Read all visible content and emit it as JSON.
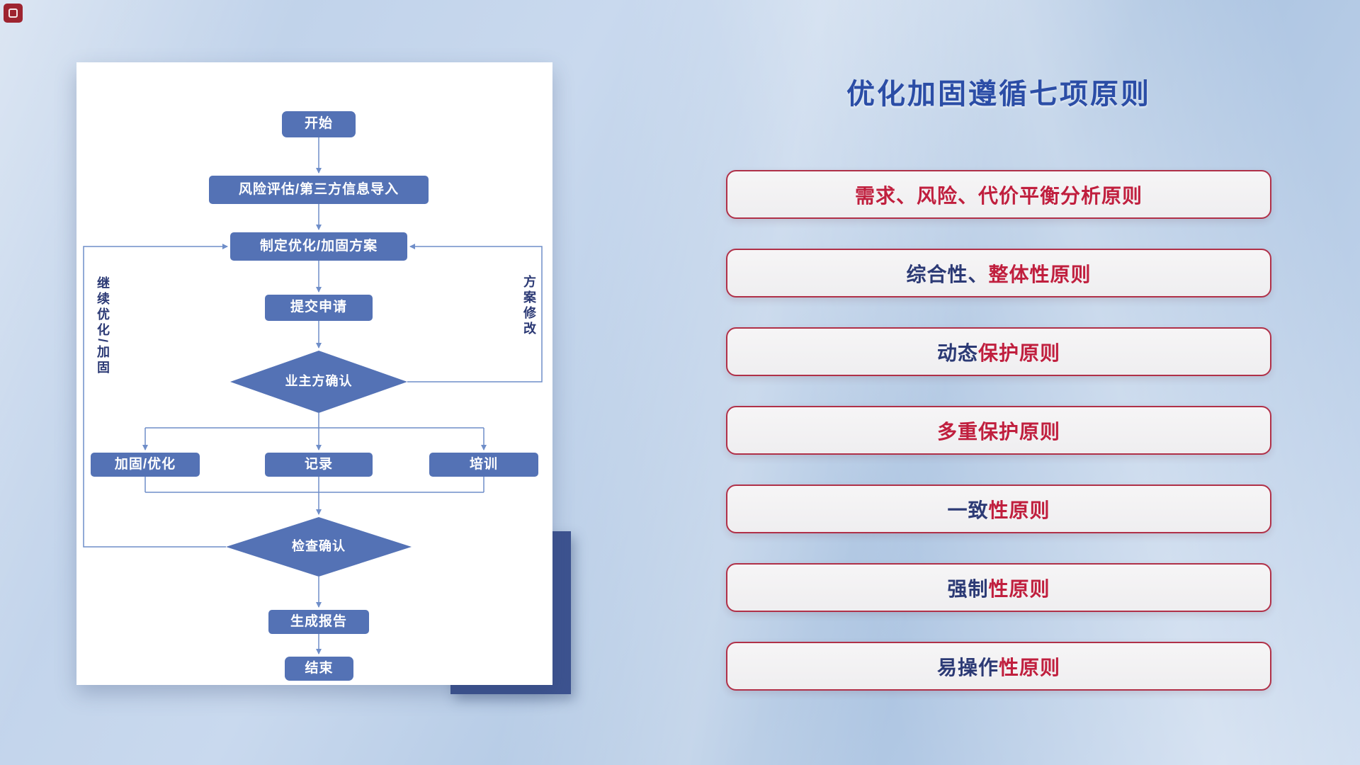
{
  "colors": {
    "page-bg-1": "#b9cde7",
    "page-bg-2": "#c9d9ee",
    "page-bg-3": "#a9c2e0",
    "title-blue": "#2b4da6",
    "navy": "#2c3a75",
    "red": "#c01f3e",
    "node-fill": "#5472b5",
    "line": "#6f8ec9",
    "card-bg": "#ffffff",
    "shadow-block": "#3d5390",
    "principle-bg": "#efeef0",
    "principle-border": "#b03048",
    "logo-red": "#9e2430"
  },
  "flowchart": {
    "nodes": {
      "start": "开始",
      "risk_import": "风险评估/第三方信息导入",
      "make_plan": "制定优化/加固方案",
      "submit": "提交申请",
      "owner_confirm": "业主方确认",
      "harden_optimize": "加固/优化",
      "record": "记录",
      "training": "培训",
      "check_confirm": "检查确认",
      "generate_report": "生成报告",
      "end": "结束"
    },
    "loop_labels": {
      "left": "继续优化/加固",
      "right": "方案修改"
    }
  },
  "principles": {
    "title": "优化加固遵循七项原则",
    "items": [
      {
        "segments": [
          {
            "text": "需求、风险、代价平衡分析原则",
            "color": "red"
          }
        ]
      },
      {
        "segments": [
          {
            "text": "综合性、",
            "color": "navy"
          },
          {
            "text": "整体性原则",
            "color": "red"
          }
        ]
      },
      {
        "segments": [
          {
            "text": "动态",
            "color": "navy"
          },
          {
            "text": "保护原则",
            "color": "red"
          }
        ]
      },
      {
        "segments": [
          {
            "text": "多重保护原则",
            "color": "red"
          }
        ]
      },
      {
        "segments": [
          {
            "text": "一致",
            "color": "navy"
          },
          {
            "text": "性原则",
            "color": "red"
          }
        ]
      },
      {
        "segments": [
          {
            "text": "强制",
            "color": "navy"
          },
          {
            "text": "性原则",
            "color": "red"
          }
        ]
      },
      {
        "segments": [
          {
            "text": "易操作",
            "color": "navy"
          },
          {
            "text": "性原则",
            "color": "red"
          }
        ]
      }
    ]
  }
}
